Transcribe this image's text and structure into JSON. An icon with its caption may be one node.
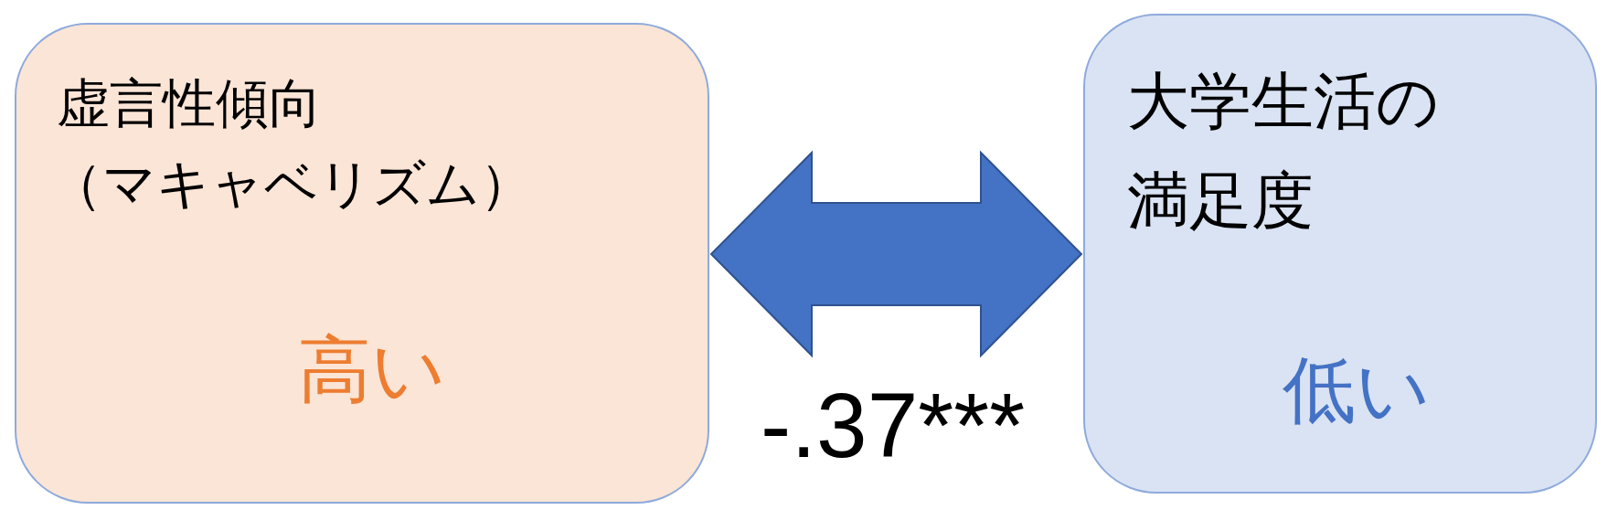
{
  "diagram": {
    "nodes": [
      {
        "text": [
          "虚言性傾向",
          "（マキャベリズム）",
          "高い"
        ]
      },
      {
        "text": [
          "大学生活の満足度",
          "低い"
        ]
      }
    ],
    "edges": [
      {
        "from": 0,
        "to": 1,
        "arrow": "both",
        "label": "-.37***"
      }
    ]
  }
}
